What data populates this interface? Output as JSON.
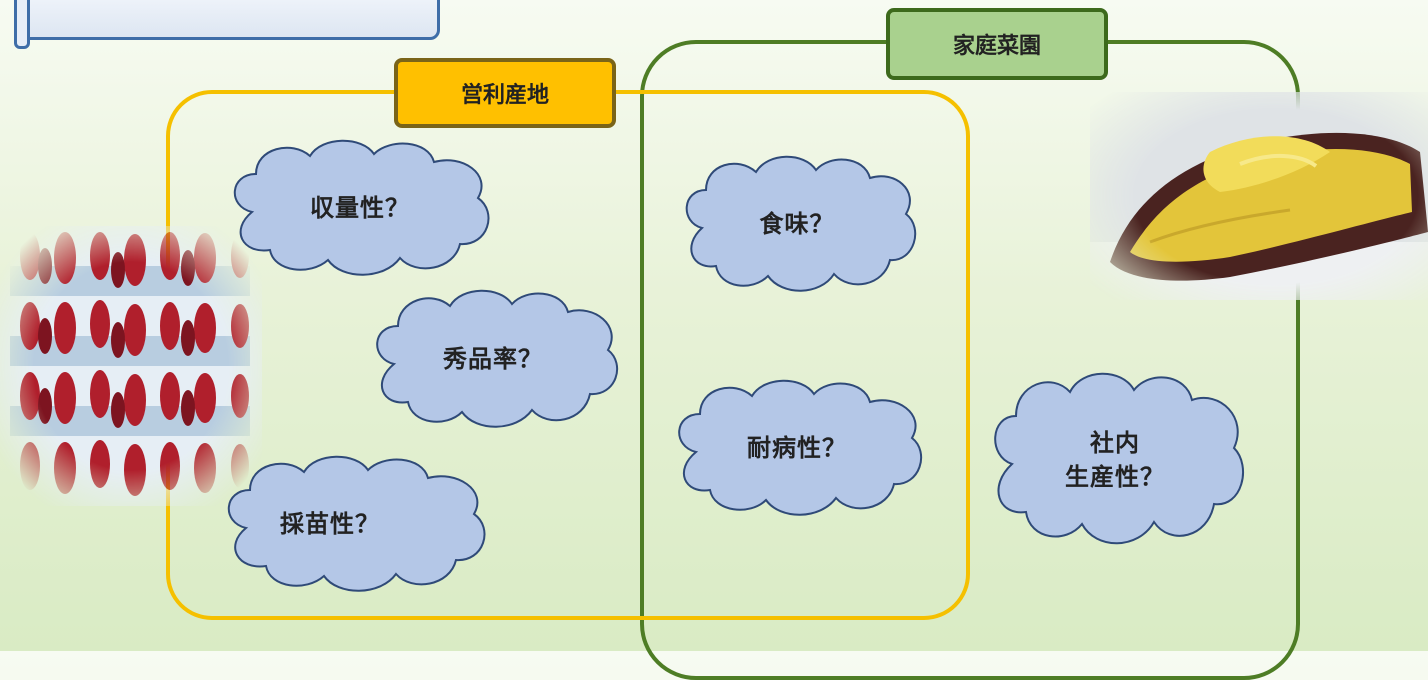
{
  "regions": {
    "commercial": {
      "label": "営利産地",
      "border_color": "#f5c000",
      "label_bg": "#ffc000"
    },
    "home_garden": {
      "label": "家庭菜園",
      "border_color": "#4e7d25",
      "label_bg": "#a9d18e"
    }
  },
  "clouds": {
    "yield": "収量性？",
    "quality_rate": "秀品率？",
    "seedling": "採苗性？",
    "taste": "食味？",
    "disease": "耐病性？",
    "in_house_line1": "社内",
    "in_house_line2": "生産性？"
  },
  "cloud_fill": "#b4c7e7",
  "cloud_stroke": "#2f4a78",
  "photos": [
    "sweet-potato-photo",
    "harvest-photo"
  ]
}
